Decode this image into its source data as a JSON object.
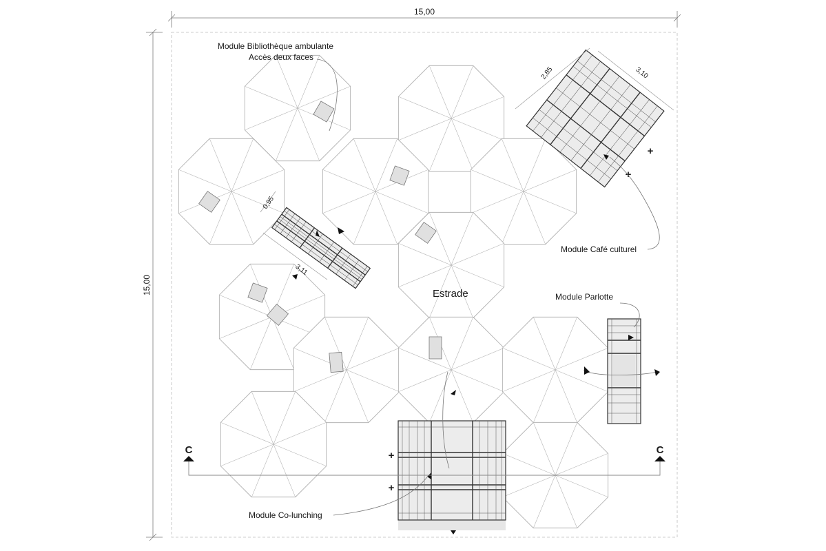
{
  "dimensions": {
    "top_width": "15,00",
    "left_height": "15,00",
    "bib_width": "0,95",
    "bib_length": "3,11",
    "cafe_width": "2,85",
    "cafe_length": "3,10"
  },
  "labels": {
    "bibliotheque_line1": "Module Bibliothèque ambulante",
    "bibliotheque_line2": "Accès deux faces",
    "cafe": "Module Café culturel",
    "estrade": "Estrade",
    "parlotte": "Module Parlotte",
    "colunching": "Module Co-lunching"
  },
  "section_marks": {
    "left": "C",
    "right": "C"
  },
  "plus_signs": [
    "+",
    "+",
    "+",
    "+"
  ],
  "colors": {
    "line": "#a8a8a8",
    "module_fill": "#ececec",
    "module_stroke": "#333333"
  }
}
